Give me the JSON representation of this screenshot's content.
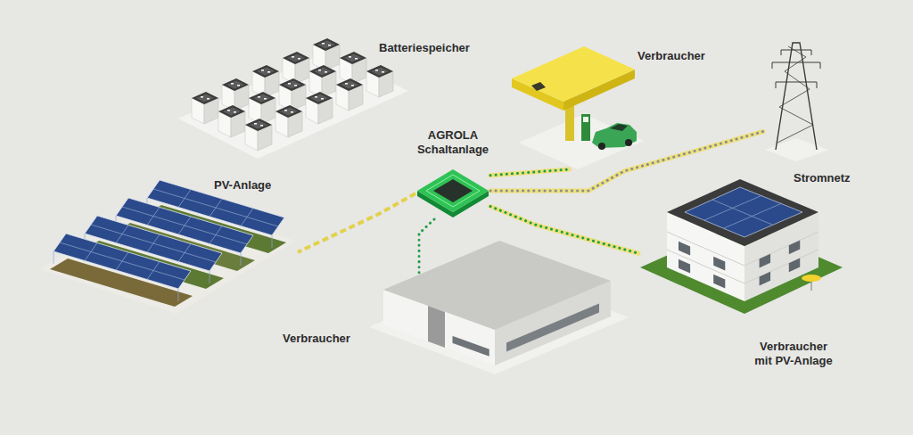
{
  "diagram": {
    "nodes": [
      {
        "text": [
          "Batteriespeicher"
        ]
      },
      {
        "text": [
          "Verbraucher"
        ]
      },
      {
        "text": [
          "AGROLA Schaltanlage"
        ]
      },
      {
        "text": [
          "Stromnetz"
        ]
      },
      {
        "text": [
          "PV-Anlage"
        ]
      },
      {
        "text": [
          "Verbraucher"
        ]
      },
      {
        "text": [
          "Verbraucher mit PV-Anlage"
        ]
      }
    ],
    "edges": [
      {
        "from": 2,
        "to": 4,
        "arrow": "none"
      },
      {
        "from": 2,
        "to": 1,
        "arrow": "none"
      },
      {
        "from": 2,
        "to": 3,
        "arrow": "none"
      },
      {
        "from": 2,
        "to": 6,
        "arrow": "none"
      },
      {
        "from": 2,
        "to": 5,
        "arrow": "none"
      }
    ]
  }
}
